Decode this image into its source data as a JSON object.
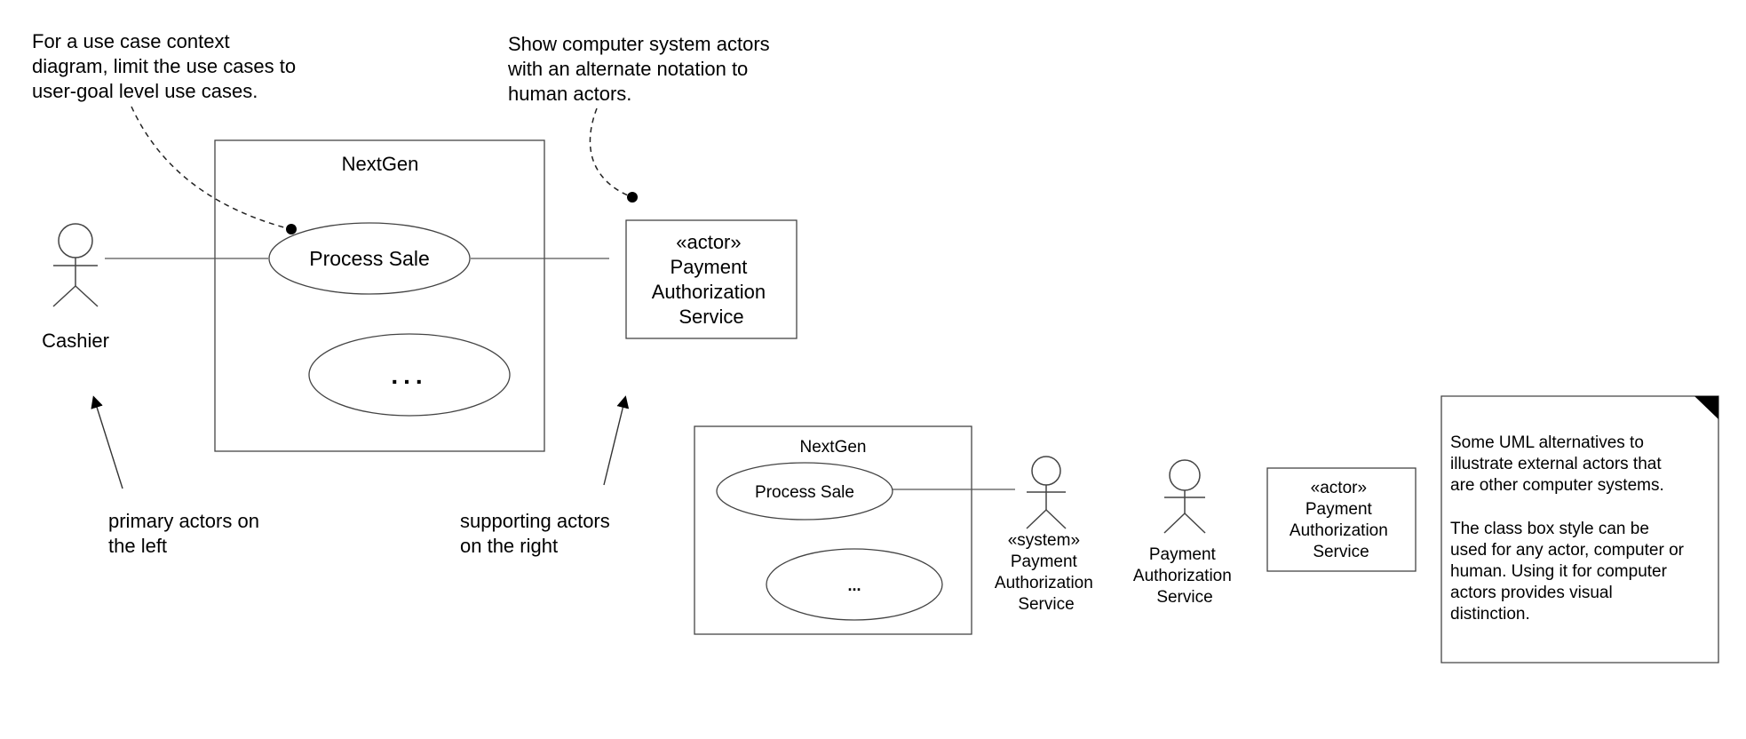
{
  "notes": {
    "top_left": [
      "For a use case context",
      "diagram, limit the use cases to",
      "user-goal level use cases."
    ],
    "top_mid": [
      "Show computer system actors",
      "with an alternate notation to",
      "human actors."
    ],
    "primary": [
      "primary actors on",
      "the left"
    ],
    "supporting": [
      "supporting actors",
      "on the right"
    ],
    "alternatives": [
      "Some UML alternatives to",
      "illustrate external actors that",
      "are other computer systems.",
      "",
      "The class box style can be",
      "used for any actor, computer or",
      "human. Using it for computer",
      "actors provides visual",
      "distinction."
    ]
  },
  "diagram1": {
    "system_name": "NextGen",
    "use_case": "Process Sale",
    "ellipsis": "...",
    "primary_actor": "Cashier",
    "actor_box": [
      "«actor»",
      "Payment",
      "Authorization",
      "Service"
    ]
  },
  "diagram2": {
    "system_name": "NextGen",
    "use_case": "Process Sale",
    "ellipsis": "...",
    "system_actor": [
      "«system»",
      "Payment",
      "Authorization",
      "Service"
    ],
    "stick_actor": [
      "Payment",
      "Authorization",
      "Service"
    ],
    "actor_box": [
      "«actor»",
      "Payment",
      "Authorization",
      "Service"
    ]
  }
}
